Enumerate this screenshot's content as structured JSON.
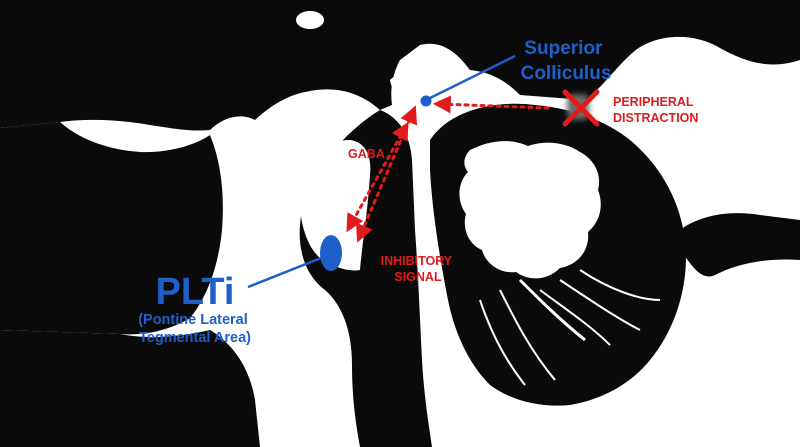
{
  "labels": {
    "superior_colliculus": [
      "Superior",
      "Colliculus"
    ],
    "peripheral_distraction": [
      "PERIPHERAL",
      "DISTRACTION"
    ],
    "gaba": "GABA",
    "inhibitory_signal": [
      "INHIBITORY",
      "SIGNAL"
    ],
    "pltl_title": "PLTi",
    "pltl_subtitle": [
      "(Pontine Lateral",
      "Tegmental Area)"
    ]
  },
  "colors": {
    "blue": "#1f5fc9",
    "red": "#e11b1b",
    "ink": "#0a0a0a",
    "paper": "#ffffff"
  },
  "icons": {
    "distraction": "blurred-shape-crossed-out-icon"
  }
}
